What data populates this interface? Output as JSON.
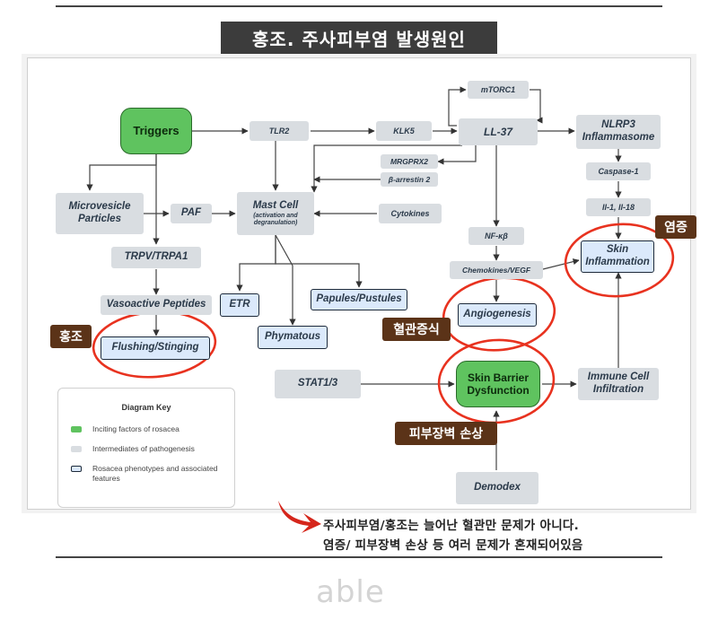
{
  "title": "홍조. 주사피부염 발생원인",
  "nodes": {
    "triggers": "Triggers",
    "tlr2": "TLR2",
    "klk5": "KLK5",
    "ll37": "LL-37",
    "mtorc1": "mTORC1",
    "nlrp3": "NLRP3 Inflammasome",
    "caspase1": "Caspase-1",
    "il1_il18": "Il-1, Il-18",
    "mrgprx2": "MRGPRX2",
    "barrestin2": "β-arrestin 2",
    "microvesicle": "Microvesicle Particles",
    "paf": "PAF",
    "mast_cell": "Mast Cell",
    "mast_cell_sub": "(activation and degranulation)",
    "cytokines": "Cytokines",
    "nfkb": "NF-κβ",
    "chemokines": "Chemokines/VEGF",
    "skin_inflammation": "Skin Inflammation",
    "trpv": "TRPV/TRPA1",
    "vasoactive": "Vasoactive Peptides",
    "flushing": "Flushing/Stinging",
    "etr": "ETR",
    "phymatous": "Phymatous",
    "papules": "Papules/Pustules",
    "angiogenesis": "Angiogenesis",
    "stat": "STAT1/3",
    "skin_barrier": "Skin Barrier Dysfunction",
    "immune": "Immune Cell Infiltration",
    "demodex": "Demodex"
  },
  "legend": {
    "title": "Diagram Key",
    "items": [
      {
        "label": "Inciting factors of rosacea",
        "color": "#5fc35f"
      },
      {
        "label": "Intermediates of pathogenesis",
        "color": "#d9dde1"
      },
      {
        "label": "Rosacea phenotypes and associated features",
        "color": "#dbe9fb"
      }
    ]
  },
  "badges": {
    "flushing": "홍조",
    "angiogenesis": "혈관증식",
    "inflammation": "염증",
    "barrier": "피부장벽 손상"
  },
  "note": {
    "line1": "주사피부염/홍조는 늘어난 혈관만 문제가 아니다.",
    "line2": "염증/ 피부장벽 손상 등 여러 문제가 혼재되어있음"
  },
  "logo": "able",
  "colors": {
    "trigger_green": "#5fc35f",
    "intermediate_gray": "#d9dde1",
    "phenotype_blue": "#dbe9fb",
    "badge_brown": "#5b3318",
    "highlight_red": "#e8321f"
  }
}
